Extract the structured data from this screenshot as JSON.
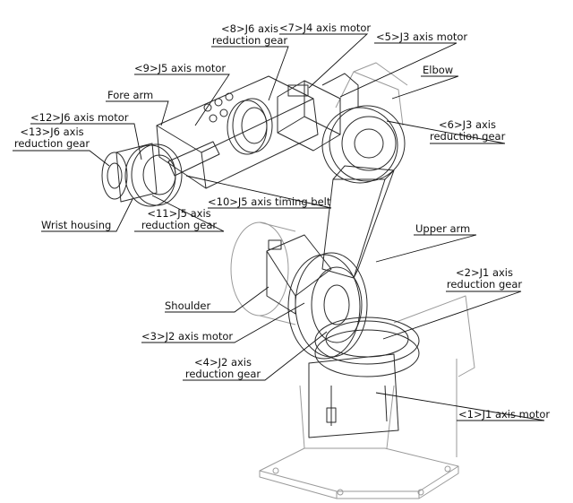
{
  "labels": {
    "j6_gear": {
      "line1": "<8>J6 axis",
      "line2": "reduction gear"
    },
    "j4_motor": {
      "line1": "<7>J4 axis motor"
    },
    "j3_motor": {
      "line1": "<5>J3 axis motor"
    },
    "j5_motor": {
      "line1": "<9>J5 axis motor"
    },
    "elbow": {
      "line1": "Elbow"
    },
    "fore_arm": {
      "line1": "Fore arm"
    },
    "j6_motor": {
      "line1": "<12>J6 axis motor"
    },
    "j6_gear_13": {
      "line1": "<13>J6 axis",
      "line2": "reduction gear"
    },
    "j3_gear": {
      "line1": "<6>J3 axis",
      "line2": "reduction gear"
    },
    "j5_belt": {
      "line1": "<10>J5 axis timing belt"
    },
    "j5_gear": {
      "line1": "<11>J5 axis",
      "line2": "reduction gear"
    },
    "wrist": {
      "line1": "Wrist housing"
    },
    "upper_arm": {
      "line1": "Upper arm"
    },
    "j1_gear": {
      "line1": "<2>J1 axis",
      "line2": "reduction gear"
    },
    "shoulder": {
      "line1": "Shoulder"
    },
    "j2_motor": {
      "line1": "<3>J2 axis motor"
    },
    "j2_gear": {
      "line1": "<4>J2 axis",
      "line2": "reduction gear"
    },
    "j1_motor": {
      "line1": "<1>J1 axis motor"
    }
  },
  "colors": {
    "line": "#2a2a2a",
    "light": "#9a9a9a",
    "ink": "#111111"
  }
}
